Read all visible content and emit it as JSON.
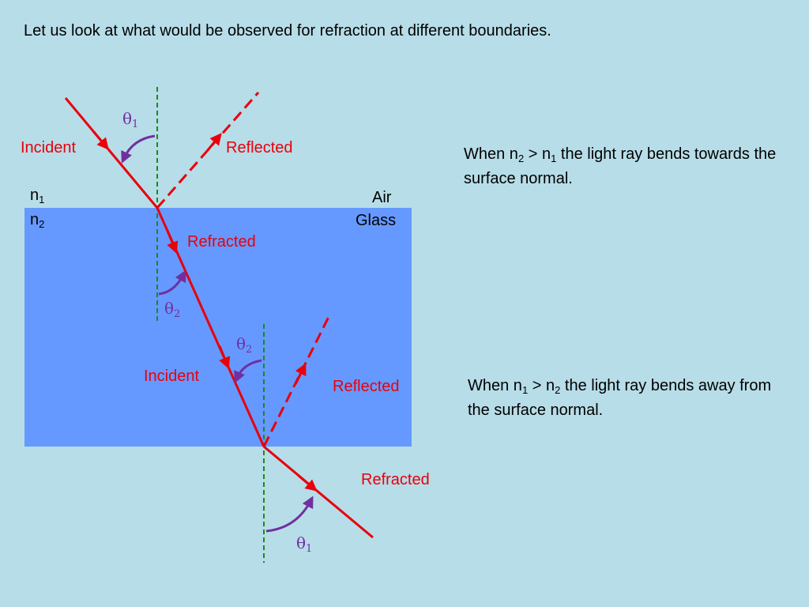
{
  "title": "Let us look at what would be observed for refraction at different boundaries.",
  "labels": {
    "incident_top": "Incident",
    "reflected_top": "Reflected",
    "refracted_top": "Refracted",
    "incident_bottom": "Incident",
    "reflected_bottom": "Reflected",
    "refracted_bottom": "Refracted",
    "medium_top": "Air",
    "medium_bottom": "Glass",
    "n_symbol": "n",
    "n1_sub": "1",
    "n2_sub": "2",
    "theta": "θ",
    "theta1_sub": "1",
    "theta2_sub": "2"
  },
  "notes": {
    "note1": {
      "pre": "When n",
      "sub_a": "2",
      "mid": " > n",
      "sub_b": "1",
      "post": " the light ray bends towards the surface normal."
    },
    "note2": {
      "pre": "When n",
      "sub_a": "1",
      "mid": " > n",
      "sub_b": "2",
      "post": " the light ray bends away from the surface normal."
    }
  },
  "colors": {
    "background": "#b7dde8",
    "glass": "#6699ff",
    "ray": "#e8000b",
    "normal": "#1a8a1a",
    "angle": "#7030a0"
  }
}
